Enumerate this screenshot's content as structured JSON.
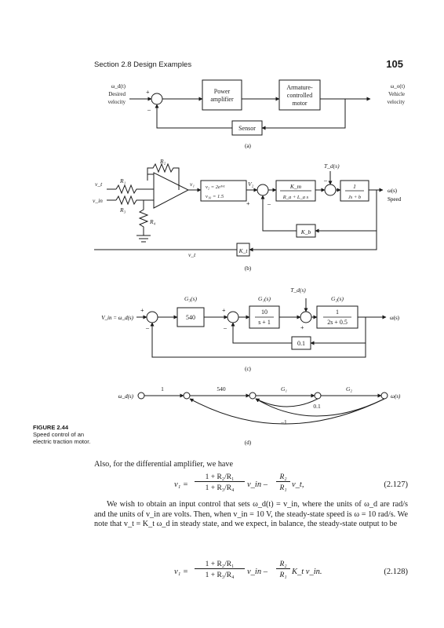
{
  "header": {
    "section": "Section 2.8   Design Examples",
    "page": "105"
  },
  "fig_a": {
    "in_sym": "ω_d(t)",
    "in_l1": "Desired",
    "in_l2": "velocity",
    "out_sym": "ω_o(t)",
    "out_l1": "Vehicle",
    "out_l2": "velocity",
    "power1": "Power",
    "power2": "amplifier",
    "motor1": "Armature-",
    "motor2": "controlled",
    "motor3": "motor",
    "sensor": "Sensor",
    "plus": "+",
    "minus": "–",
    "label": "(a)"
  },
  "fig_b": {
    "R2": "R₂",
    "R1": "R₁",
    "R3": "R₃",
    "R4": "R₄",
    "vt": "v_t",
    "vin": "v_in",
    "v1": "v₁",
    "v2": "V₂",
    "nl1": "v₂ = 2e³ᵛ¹",
    "nl2": "v₁₀ = 1.5",
    "ka": "K_m",
    "kaden": "R_a + L_a s",
    "td": "T_d(s)",
    "mden": "Js + b",
    "one": "1",
    "kb": "K_b",
    "kt": "K_t",
    "out_sym": "ω(s)",
    "out_word": "Speed",
    "plus": "+",
    "minus": "–",
    "label": "(b)"
  },
  "fig_c": {
    "in": "V_in = ω_d(s)",
    "g3": "G₃(s)",
    "g1": "G₁(s)",
    "g2": "G₂(s)",
    "td": "T_d(s)",
    "k540": "540",
    "g1n": "10",
    "g1d": "s + 1",
    "g2n": "1",
    "g2d": "2s + 0.5",
    "fb": "0.1",
    "out": "ω(s)",
    "plus": "+",
    "minus": "–",
    "label": "(c)"
  },
  "fig_d": {
    "in": "ω_d(s)",
    "out": "ω(s)",
    "b1": "1",
    "b2": "540",
    "b3": "G₁",
    "b4": "G₂",
    "fb1": "0.1",
    "fb2": "–1",
    "label": "(d)"
  },
  "caption": {
    "title": "FIGURE 2.44",
    "text": "Speed control of an electric traction motor."
  },
  "body": {
    "p1": "Also, for the differential amplifier, we have",
    "eq1_lhs": "v₁ =",
    "eq1_num": "1 + R₂/R₁",
    "eq1_den": "1 + R₃/R₄",
    "eq1_mid": "v_in –",
    "eq1_fn": "R₂",
    "eq1_fd": "R₁",
    "eq1_end": "v_t,",
    "eq1_no": "(2.127)",
    "p2": "We wish to obtain an input control that sets ω_d(t) = v_in, where the units of ω_d are rad/s and the units of v_in are volts. Then, when v_in = 10 V, the steady-state speed is ω = 10 rad/s. We note that v_t = K_t ω_d in steady state, and we expect, in balance, the steady-state output to be",
    "eq2_lhs": "v₁ =",
    "eq2_num": "1 + R₂/R₁",
    "eq2_den": "1 + R₃/R₄",
    "eq2_mid": "v_in –",
    "eq2_fn": "R₂",
    "eq2_fd": "R₁",
    "eq2_end": "K_t v_in.",
    "eq2_no": "(2.128)"
  }
}
